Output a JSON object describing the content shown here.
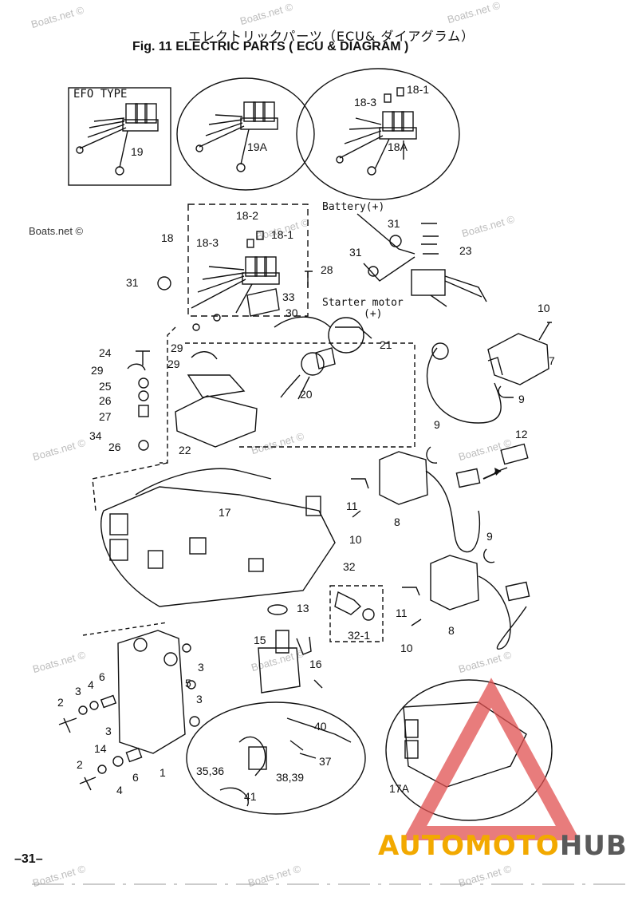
{
  "header": {
    "title_jp": "エレクトリックパーツ（ECU& ダイアグラム）",
    "title_en": "Fig. 11   ELECTRIC PARTS ( ECU & DIAGRAM )"
  },
  "watermark": "Boats.net ©",
  "brand": {
    "part1": "AUTOMOTO",
    "part2": "HUB",
    "colors": {
      "accent": "#f2a900",
      "dark": "#5a5a5a",
      "triangle": "#e05050"
    }
  },
  "page_number": "–31–",
  "annotations": {
    "efo_type": "EFO TYPE",
    "battery": "Battery(+)",
    "starter_motor": "Starter motor",
    "starter_plus": "(+)"
  },
  "parts": {
    "p19": "19",
    "p19A": "19A",
    "p18_3_top": "18-3",
    "p18_1_top": "18-1",
    "p18A": "18A",
    "p18_2": "18-2",
    "p18": "18",
    "p18_3": "18-3",
    "p18_1": "18-1",
    "p31_a": "31",
    "p31_b": "31",
    "p31_c": "31",
    "p23": "23",
    "p28": "28",
    "p33": "33",
    "p30": "30",
    "p21": "21",
    "p20": "20",
    "p10_a": "10",
    "p7": "7",
    "p9_a": "9",
    "p24": "24",
    "p29_a": "29",
    "p25": "25",
    "p26_a": "26",
    "p27": "27",
    "p29_b": "29",
    "p29_c": "29",
    "p22": "22",
    "p34": "34",
    "p26_b": "26",
    "p17": "17",
    "p9_b": "9",
    "p12": "12",
    "p11_a": "11",
    "p10_b": "10",
    "p8_a": "8",
    "p32": "32",
    "p9_c": "9",
    "p13": "13",
    "p11_b": "11",
    "p8_b": "8",
    "p32_1": "32-1",
    "p10_c": "10",
    "p15": "15",
    "p16": "16",
    "p6_a": "6",
    "p4_a": "4",
    "p3_a": "3",
    "p2_a": "2",
    "p5": "5",
    "p3_b": "3",
    "p3_c": "3",
    "p3_d": "3",
    "p14": "14",
    "p2_b": "2",
    "p4_b": "4",
    "p6_b": "6",
    "p1": "1",
    "p40": "40",
    "p35_36": "35,36",
    "p37": "37",
    "p38_39": "38,39",
    "p41": "41",
    "p17A": "17A"
  }
}
